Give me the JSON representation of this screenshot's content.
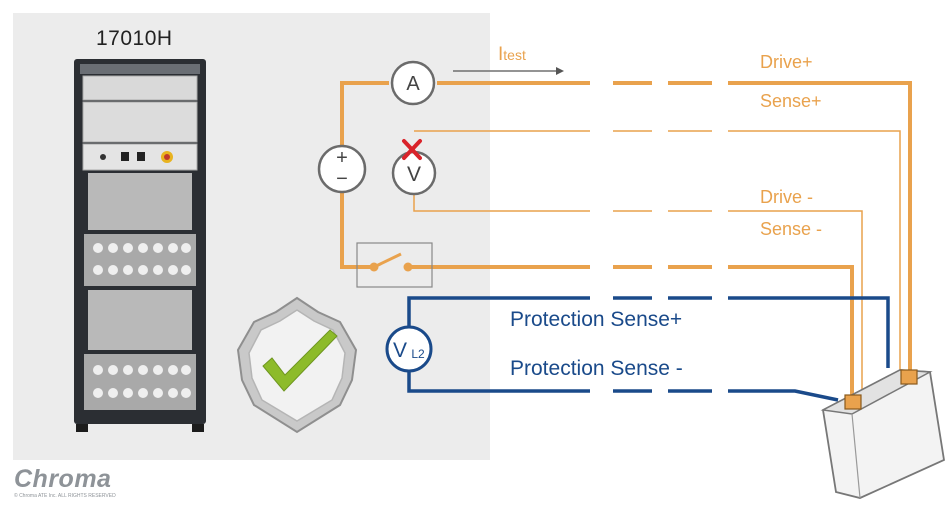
{
  "equipment": {
    "model": "17010H"
  },
  "brand": {
    "name": "Chroma",
    "copyright": "© Chroma ATE Inc. ALL RIGHTS RESERVED"
  },
  "meters": {
    "ammeter": "A",
    "voltmeter": "V",
    "source_plus": "+",
    "source_minus": "−"
  },
  "current_label": "Itest",
  "lines": {
    "drive_plus": "Drive+",
    "sense_plus": "Sense+",
    "drive_minus": "Drive -",
    "sense_minus": "Sense -",
    "protection_sense_plus": "Protection Sense+",
    "protection_sense_minus": "Protection Sense -"
  },
  "protection_meter": {
    "main": "V",
    "subscript": "L2"
  },
  "colors": {
    "drive": "#e9a24d",
    "protection": "#1a4a8a",
    "fault": "#d9232a",
    "check": "#8dbb2a",
    "panel": "#ececec"
  },
  "icons": [
    "shield-check-icon",
    "fault-x-icon",
    "switch-icon",
    "battery-icon"
  ]
}
